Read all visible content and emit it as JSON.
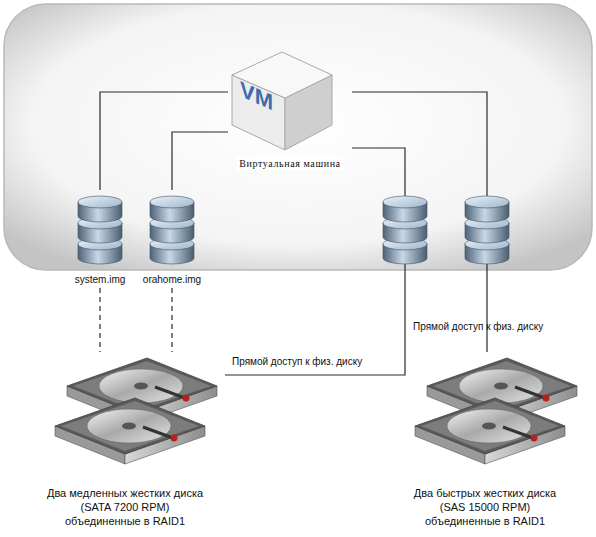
{
  "diagram": {
    "nodes": [
      {
        "text": [
          "VM",
          "Виртуальная машина"
        ]
      },
      {
        "text": [
          "system.img"
        ]
      },
      {
        "text": [
          "orahome.img"
        ]
      },
      {
        "text": [
          "Два медленных жестких диска (SATA 7200 RPM) объединенные в RAID1"
        ]
      },
      {
        "text": [
          "Два быстрых жестких диска (SAS 15000 RPM) объединенные в RAID1"
        ]
      }
    ],
    "edges": [
      {
        "from": 0,
        "to": 1,
        "arrow": "none"
      },
      {
        "from": 0,
        "to": 2,
        "arrow": "none"
      },
      {
        "from": 1,
        "to": 3,
        "arrow": "none"
      },
      {
        "from": 2,
        "to": 3,
        "arrow": "none"
      },
      {
        "from": 0,
        "to": 3,
        "label": "Прямой доступ к физ. диску",
        "arrow": "none"
      },
      {
        "from": 0,
        "to": 4,
        "label": "Прямой доступ к физ. диску",
        "arrow": "none"
      }
    ]
  }
}
